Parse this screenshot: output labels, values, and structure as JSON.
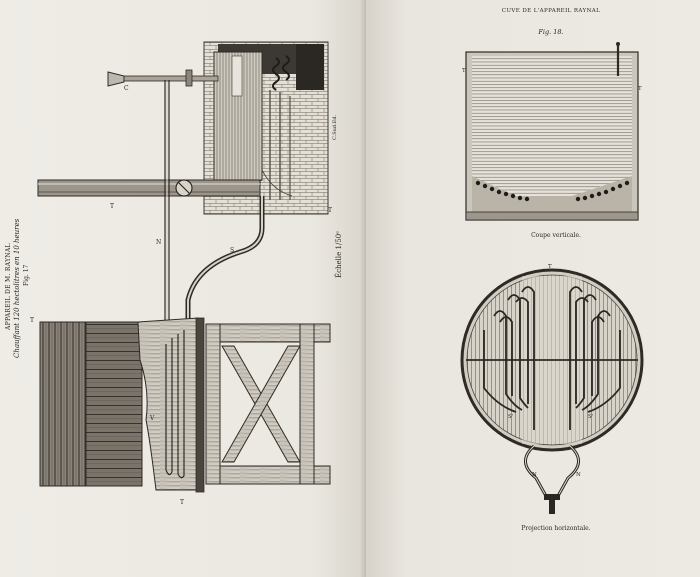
{
  "left_page": {
    "caption_line1": "APPAREIL DE M. RAYNAL",
    "caption_line2": "Chauffant 120 hectolitres en 10 heures",
    "fig_label": "Fig. 17",
    "scale": "Échelle 1/50ᵉ",
    "engraver": "C.Sud.Ed."
  },
  "right_page": {
    "header": "CUVE DE L'APPAREIL RAYNAL",
    "fig_label": "Fig. 18.",
    "caption_top": "Coupe verticale.",
    "caption_bottom": "Projection horizontale."
  }
}
